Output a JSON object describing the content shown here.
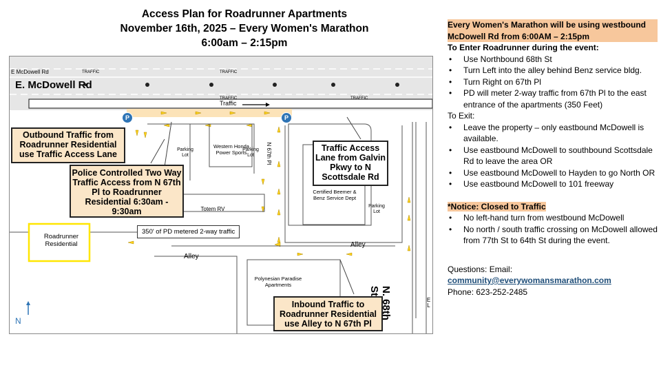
{
  "title": {
    "line1": "Access Plan for Roadrunner Apartments",
    "line2": "November 16th, 2025 – Every Women's Marathon",
    "line3": "6:00am – 2:15pm"
  },
  "map": {
    "street_small": "E McDowell Rd",
    "street_big": "E. McDowell Rd",
    "traffic": "TRAFFIC",
    "traffic_lane": "Traffic",
    "parking": "P",
    "callouts": {
      "outbound": "Outbound Traffic from Roadrunner Residential use Traffic Access Lane",
      "police": "Police Controlled Two Way Traffic Access from N 67th Pl to Roadrunner Residential 6:30am - 9:30am",
      "access_lane": "Traffic Access Lane from Galvin Pkwy to N Scottsdale Rd",
      "inbound": "Inbound Traffic to Roadrunner Residential use  Alley to N 67th Pl"
    },
    "metered": "350' of PD metered 2-way traffic",
    "roadrunner": "Roadrunner Residential",
    "places": {
      "honda": "Western Honda Power Sports",
      "parking_lot": "Parking Lot",
      "totem": "Totem RV",
      "beemer": "Certified Beemer & Benz Service Dept",
      "polynesian": "Polynesian Paradise Apartments"
    },
    "n67": "N 67th Pl",
    "n68": "N. 68th St",
    "alley": "Alley",
    "el": "E L",
    "north": "N"
  },
  "info": {
    "heading": "Every Women's Marathon will be using westbound McDowell Rd from 6:00AM – 2:15pm",
    "enter_title": "To Enter Roadrunner during the event:",
    "enter_items": [
      "Use Northbound 68th St",
      "Turn Left into the alley behind Benz service bldg.",
      "Turn Right on 67th Pl",
      "PD will meter 2-way traffic from 67th Pl to the east entrance of the apartments (350 Feet)"
    ],
    "exit_title": "To Exit:",
    "exit_items": [
      "Leave the property – only eastbound McDowell is available.",
      "Use eastbound McDowell to southbound Scottsdale Rd to leave the area OR",
      "Use eastbound McDowell to Hayden to go North OR",
      "Use eastbound McDowell to 101 freeway"
    ],
    "notice_title": "*Notice: Closed to Traffic",
    "notice_items": [
      "No left-hand turn from westbound McDowell",
      "No north / south traffic crossing on McDowell allowed from 77th St to 64th St during the event."
    ],
    "questions": "Questions: Email:",
    "email": "community@everywomansmarathon.com",
    "phone": "Phone: 623-252-2485"
  }
}
